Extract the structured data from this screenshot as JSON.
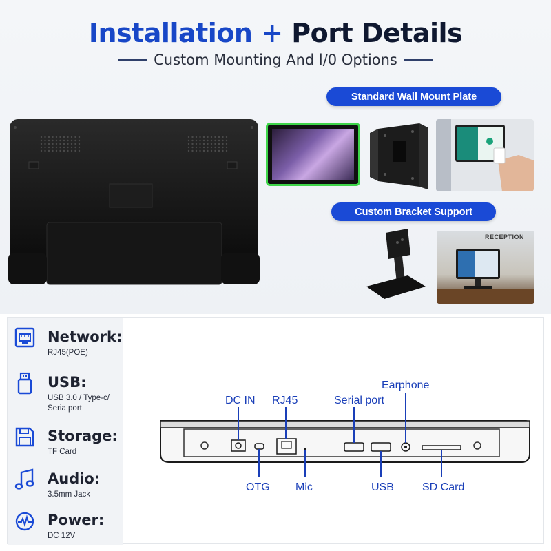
{
  "header": {
    "title_part1": "Installation +",
    "title_part2": "Port Details",
    "subtitle": "Custom Mounting And l/0 Options"
  },
  "mounting": {
    "wall_plate_label": "Standard Wall Mount Plate",
    "bracket_label": "Custom Bracket Support",
    "reception_sign": "RECEPTION"
  },
  "specs": [
    {
      "label": "Network:",
      "value": "RJ45(POE)",
      "icon": "ethernet-icon"
    },
    {
      "label": "USB:",
      "value": "USB 3.0 / Type-c/ Seria port",
      "icon": "usb-icon"
    },
    {
      "label": "Storage:",
      "value": "TF Card",
      "icon": "floppy-disk-icon"
    },
    {
      "label": "Audio:",
      "value": "3.5mm Jack",
      "icon": "music-note-icon"
    },
    {
      "label": "Power:",
      "value": "DC 12V",
      "icon": "power-pulse-icon"
    }
  ],
  "ports": {
    "dc_in": "DC IN",
    "rj45": "RJ45",
    "serial": "Serial port",
    "earphone": "Earphone",
    "otg": "OTG",
    "mic": "Mic",
    "usb": "USB",
    "sd_card": "SD Card"
  },
  "colors": {
    "title_blue": "#1847c7",
    "pill_blue": "#1a4ad6",
    "label_blue": "#1a3fb8",
    "screen_glow_green": "#3fd64a"
  }
}
